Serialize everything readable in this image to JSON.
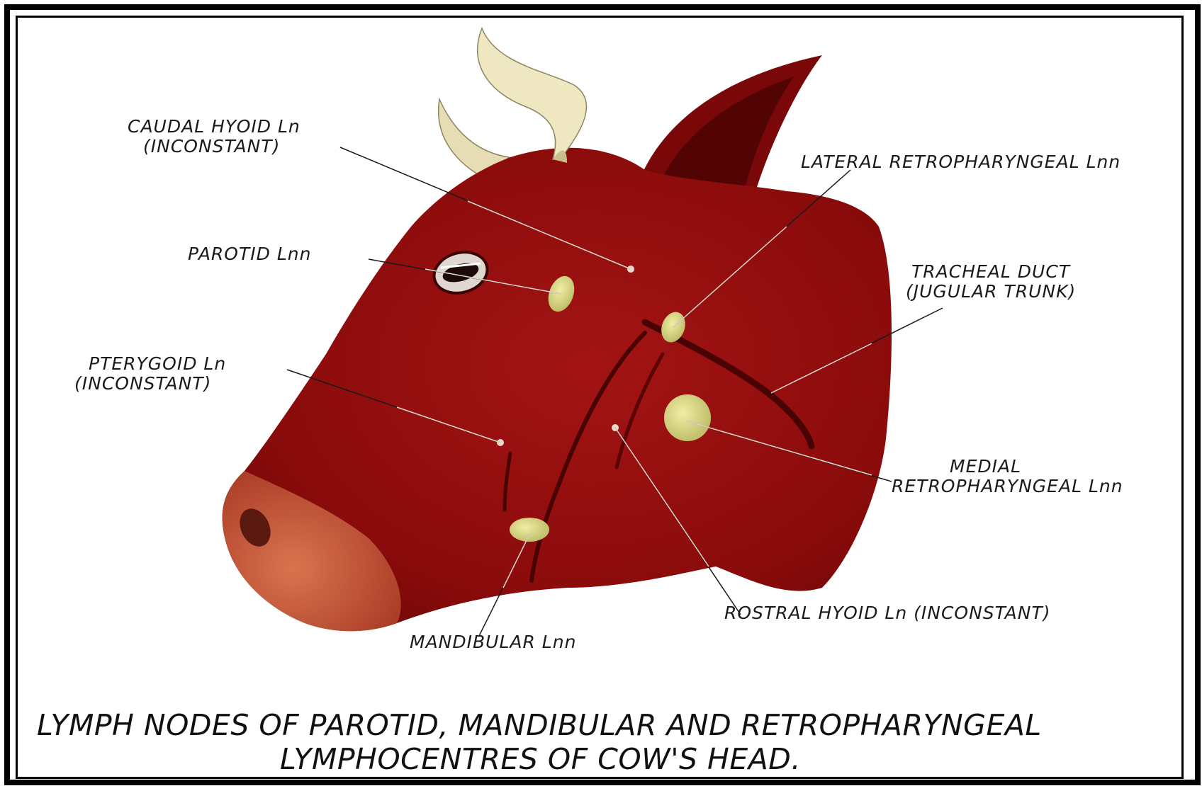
{
  "labels": {
    "caudal_hyoid": {
      "line1": "CAUDAL HYOID Ln",
      "line2": "(INCONSTANT)"
    },
    "parotid": "PAROTID Lnn",
    "pterygoid": {
      "line1": "PTERYGOID Ln",
      "line2": "(INCONSTANT)"
    },
    "lateral_retropharyngeal": "LATERAL RETROPHARYNGEAL Lnn",
    "tracheal_duct": {
      "line1": "TRACHEAL DUCT",
      "line2": "(JUGULAR TRUNK)"
    },
    "medial_retropharyngeal": {
      "line1": "MEDIAL",
      "line2": "RETROPHARYNGEAL Lnn"
    },
    "rostral_hyoid": "ROSTRAL HYOID Ln (INCONSTANT)",
    "mandibular": "MANDIBULAR Lnn"
  },
  "caption": {
    "line1": "LYMPH NODES OF PAROTID, MANDIBULAR AND RETROPHARYNGEAL",
    "line2": "LYMPHOCENTRES OF COW'S HEAD."
  },
  "colors": {
    "head": "#8e0c0c",
    "head_dark": "#5e0505",
    "muzzle": "#c8563a",
    "horn": "#efe6c2",
    "node": "#dcd88a",
    "leader": "#e8d7cf"
  }
}
